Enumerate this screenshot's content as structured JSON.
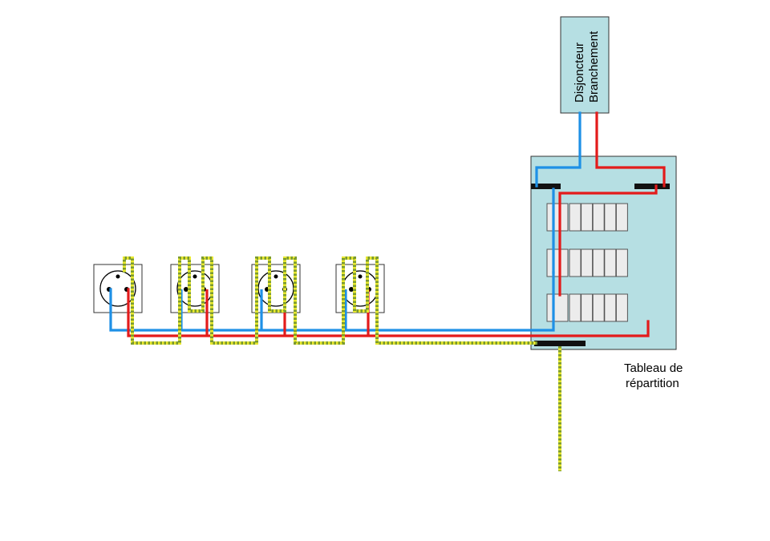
{
  "labels": {
    "branch_breaker_line1": "Disjoncteur",
    "branch_breaker_line2": "Branchement",
    "panel_line1": "Tableau de",
    "panel_line2": "répartition"
  },
  "socket_count": 4,
  "breaker_rows": 3,
  "breakers_per_row": 6,
  "colors": {
    "neutral": "#1e90e6",
    "phase": "#e31b1b",
    "earth": "#e8e830",
    "earth_stripe": "#7a9a30",
    "panel_fill": "#b6dfe3",
    "breaker_fill": "#ececec",
    "busbar": "#111111"
  }
}
